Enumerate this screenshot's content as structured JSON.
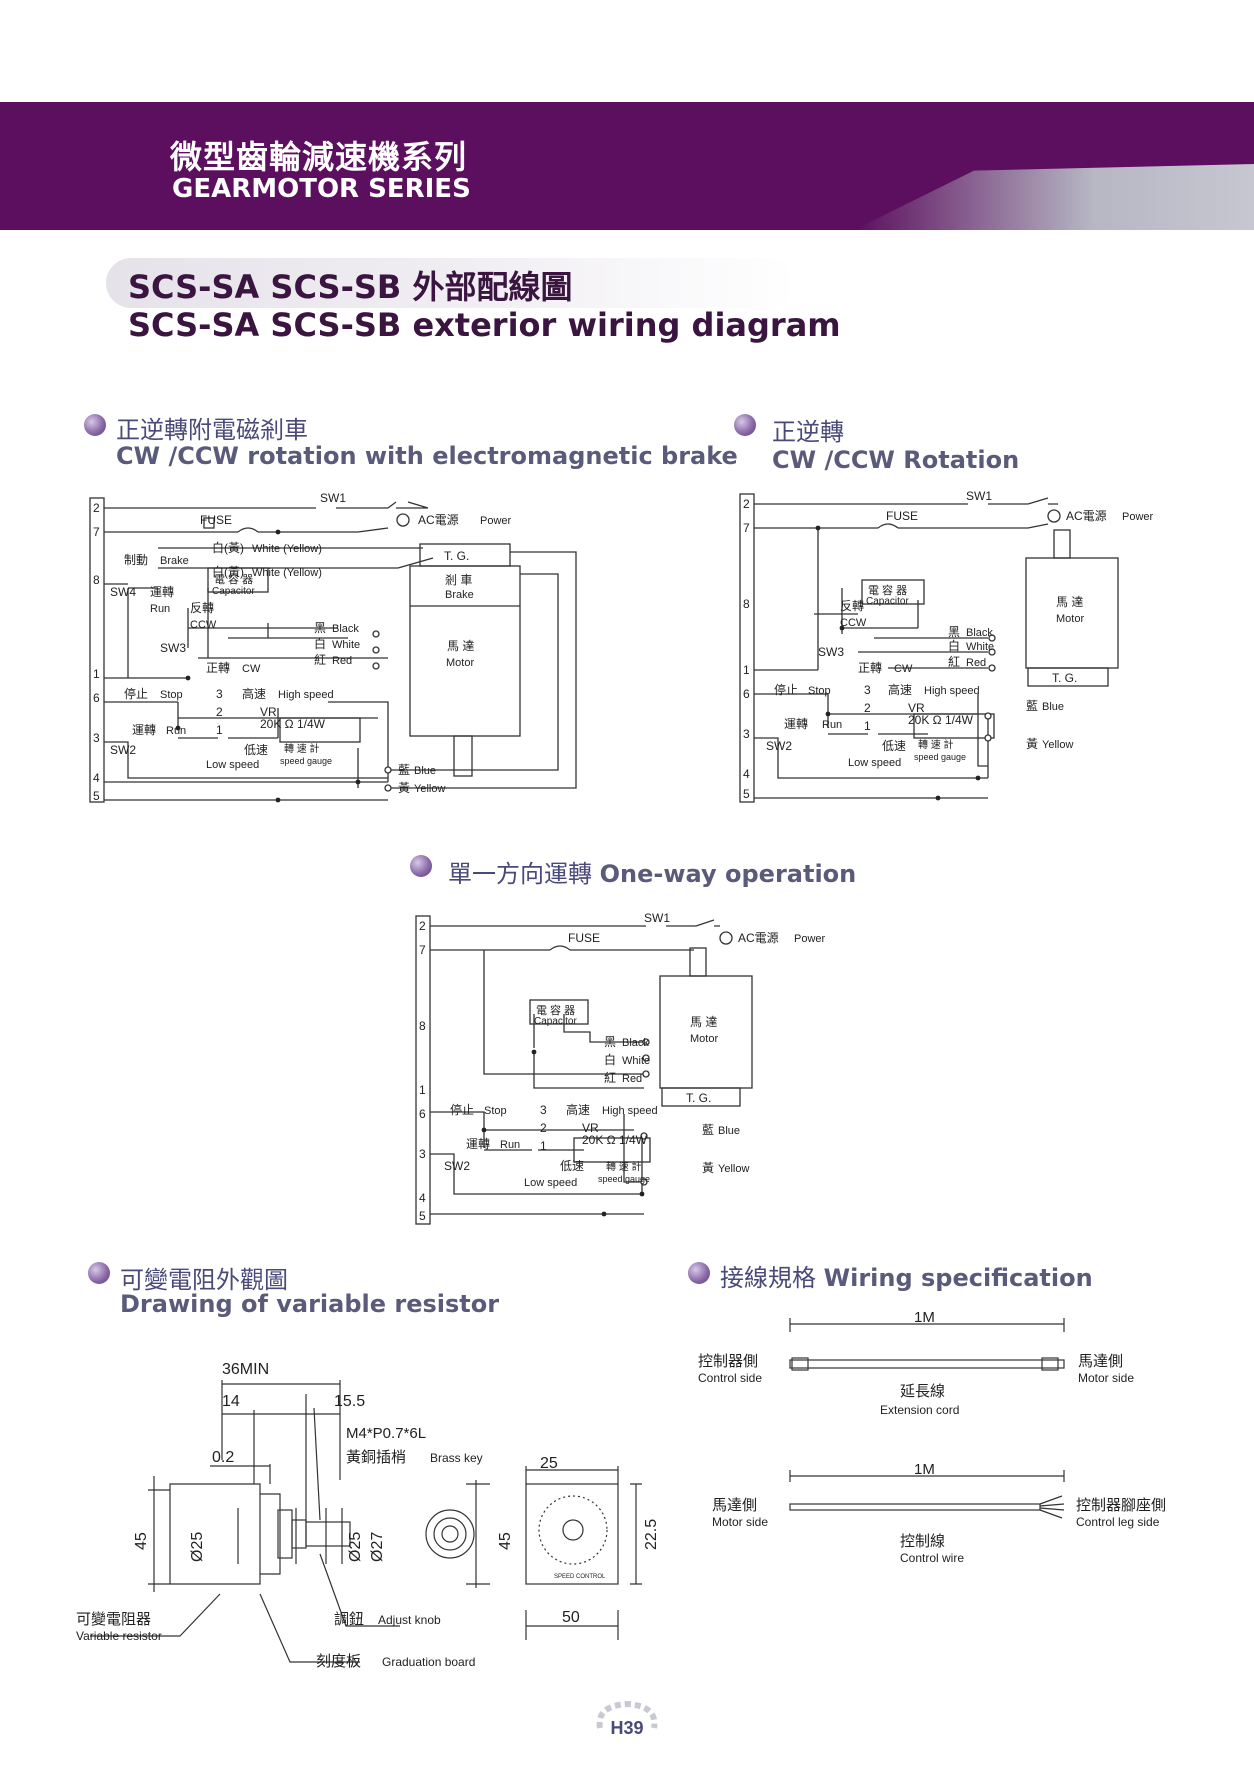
{
  "header": {
    "title_zh": "微型齒輪減速機系列",
    "title_en": "GEARMOTOR SERIES"
  },
  "page_title": {
    "line1": "SCS-SA SCS-SB 外部配線圖",
    "line2": "SCS-SA SCS-SB  exterior wiring diagram"
  },
  "sections": {
    "brake": {
      "zh": "正逆轉附電磁剎車",
      "en": "CW /CCW rotation with electromagnetic brake"
    },
    "rotation": {
      "zh": "正逆轉",
      "en": "CW /CCW Rotation"
    },
    "oneway": {
      "zh": "單一方向運轉",
      "en": "One-way operation"
    },
    "resistor": {
      "zh": "可變電阻外觀圖",
      "en": "Drawing of variable resistor"
    },
    "wiring": {
      "zh": "接線規格",
      "en": "Wiring specification"
    }
  },
  "diagram_labels": {
    "sw1": "SW1",
    "sw2": "SW2",
    "sw3": "SW3",
    "sw4": "SW4",
    "fuse": "FUSE",
    "ac_power": "AC電源",
    "power": "Power",
    "white_yellow_zh": "白(黃)",
    "white_yellow_en": "White (Yellow)",
    "brake_zh": "制動",
    "brake_en": "Brake",
    "tg": "T. G.",
    "brake_box_zh": "剎 車",
    "brake_box_en": "Brake",
    "run_zh": "運轉",
    "run_en": "Run",
    "ccw_zh": "反轉",
    "ccw_en": "CCW",
    "cw_zh": "正轉",
    "cw_en": "CW",
    "capacitor_zh": "電 容 器",
    "capacitor_en": "Capacitor",
    "black_zh": "黑",
    "black_en": "Black",
    "white_zh": "白",
    "white_en": "White",
    "red_zh": "紅",
    "red_en": "Red",
    "motor_zh": "馬 達",
    "motor_en": "Motor",
    "stop_zh": "停止",
    "stop_en": "Stop",
    "high_zh": "高速",
    "high_en": "High speed",
    "low_zh": "低速",
    "low_en": "Low speed",
    "vr": "VR",
    "vr_value": "20K Ω 1/4W",
    "gauge_zh": "轉 速 計",
    "gauge_en": "speed gauge",
    "blue_zh": "藍",
    "blue_en": "Blue",
    "yellow_zh": "黃",
    "yellow_en": "Yellow",
    "n1": "1",
    "n2": "2",
    "n3": "3",
    "n4": "4",
    "n5": "5",
    "n6": "6",
    "n7": "7",
    "n8": "8"
  },
  "resistor_drawing": {
    "dim_36min": "36MIN",
    "dim_14": "14",
    "dim_15_5": "15.5",
    "thread": "M4*P0.7*6L",
    "dim_0_2": "0.2",
    "brass_zh": "黃銅插梢",
    "brass_en": "Brass key",
    "dim_45": "45",
    "dim_d25": "Ø25",
    "dim_d27": "Ø27",
    "dim_25": "25",
    "dim_22_5": "22.5",
    "dim_50": "50",
    "vr_zh": "可變電阻器",
    "vr_en": "Variable resistor",
    "knob_zh": "調鈕",
    "knob_en": "Adjust knob",
    "grad_zh": "刻度板",
    "grad_en": "Graduation board",
    "speed_control": "SPEED CONTROL"
  },
  "wiring_spec": {
    "len": "1M",
    "control_side_zh": "控制器側",
    "control_side_en": "Control side",
    "motor_side_zh": "馬達側",
    "motor_side_en": "Motor side",
    "ext_zh": "延長線",
    "ext_en": "Extension cord",
    "leg_zh": "控制器腳座側",
    "leg_en": "Control leg side",
    "wire_zh": "控制線",
    "wire_en": "Control wire"
  },
  "page_number": "H39",
  "colors": {
    "banner": "#5b0f5e",
    "title": "#3a1540",
    "section": "#4a4a7a"
  }
}
